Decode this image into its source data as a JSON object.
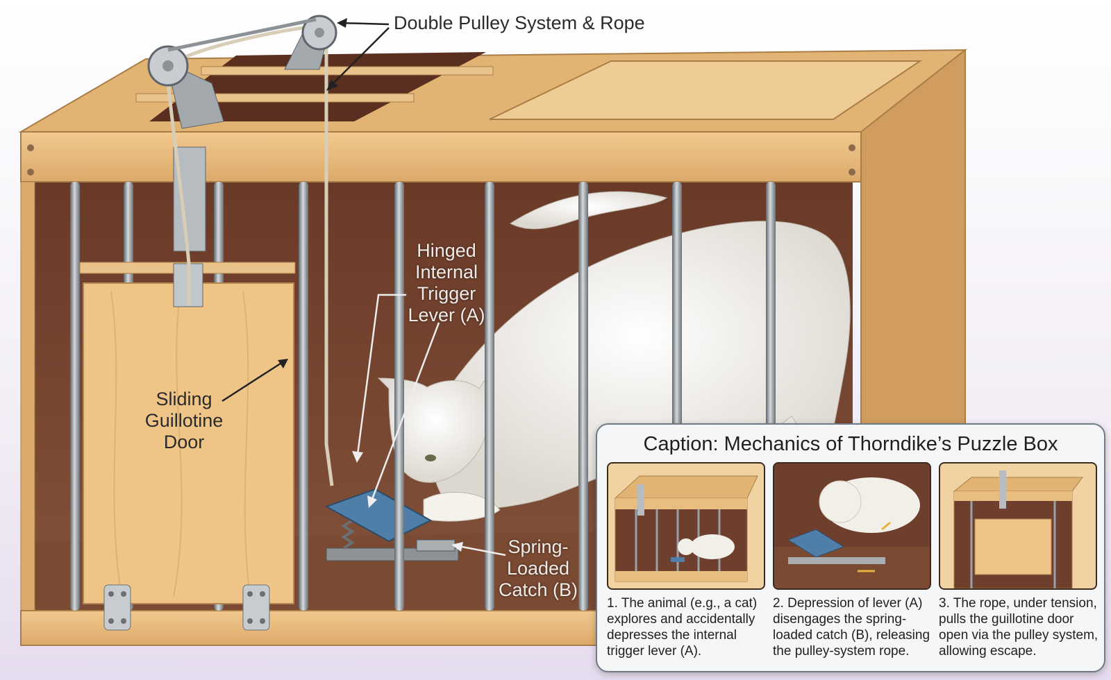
{
  "labels": {
    "pulley": "Double Pulley System & Rope",
    "trigger_lever": [
      "Hinged",
      "Internal",
      "Trigger",
      "Lever (A)"
    ],
    "door": [
      "Sliding",
      "Guillotine",
      "Door"
    ],
    "catch": [
      "Spring-",
      "Loaded",
      "Catch (B)"
    ]
  },
  "caption": {
    "title": "Caption: Mechanics of Thorndike’s Puzzle Box",
    "steps": [
      {
        "text": "1. The animal (e.g., a cat) explores and accidentally depresses the internal trigger lever (A)."
      },
      {
        "text": "2. Depression of lever (A) disengages the spring-loaded catch (B), releasing the pulley-system rope."
      },
      {
        "text": "3. The rope, under tension, pulls the guillotine door open via the pulley system, allowing escape."
      }
    ]
  },
  "colors": {
    "wood": "#e8bd80",
    "wood_dark": "#c9965a",
    "interior": "#6e3f2c",
    "bars": "#8d9297",
    "lever": "#4f7fa8",
    "cat": "#f2efe9"
  }
}
